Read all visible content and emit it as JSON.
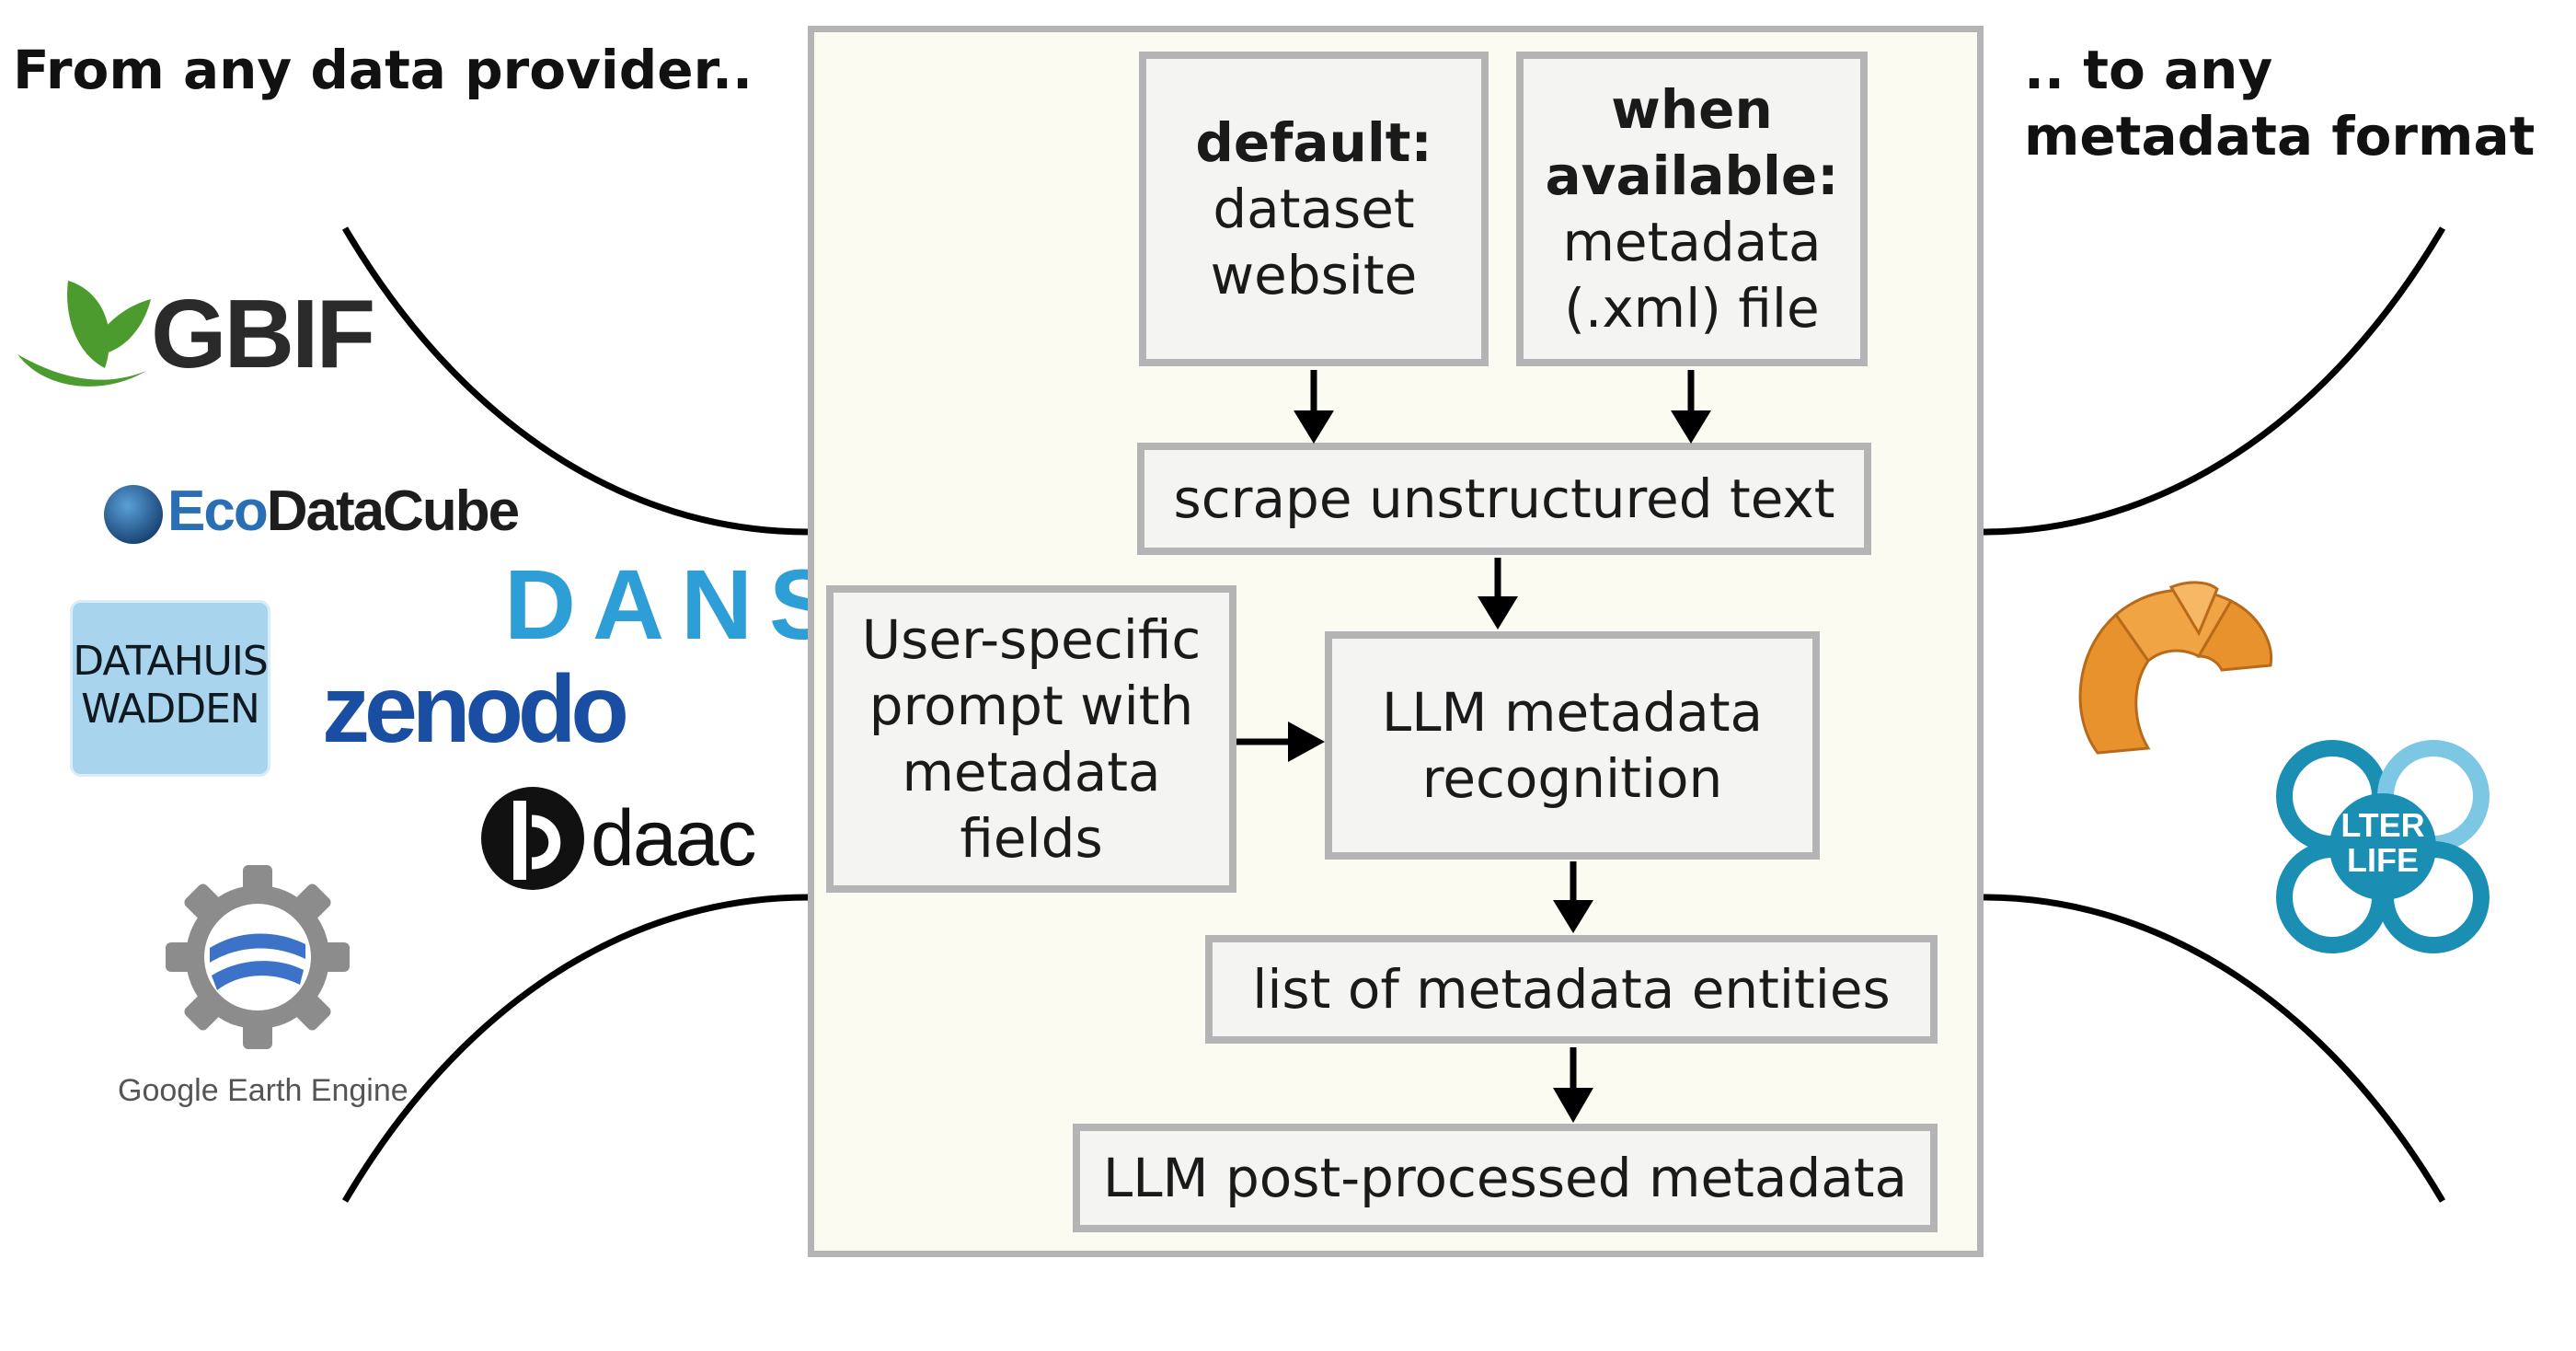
{
  "headings": {
    "left": "From any data provider..",
    "right": ".. to any metadata format"
  },
  "boxes": {
    "default_source": {
      "bold": "default:",
      "text": [
        "dataset",
        "website"
      ]
    },
    "available_source": {
      "bold": [
        "when",
        "available:"
      ],
      "text": [
        "metadata",
        "(.xml) file"
      ]
    },
    "scrape": "scrape unstructured text",
    "prompt": [
      "User-specific",
      "prompt with",
      "metadata",
      "fields"
    ],
    "llm_recognition": [
      "LLM metadata",
      "recognition"
    ],
    "entities": "list of metadata entities",
    "postprocessed": "LLM post-processed metadata"
  },
  "providers": {
    "gbif": "GBIF",
    "ecodatacube": {
      "eco": "Eco",
      "rest": "DataCube"
    },
    "dans": "DANS",
    "datahuis": [
      "DATAHUIS",
      "WADDEN"
    ],
    "zenodo": "zenodo",
    "daac": "daac",
    "gee": "Google Earth Engine"
  },
  "formats": {
    "lter": [
      "LTER",
      "LIFE"
    ]
  },
  "colors": {
    "panel_bg": "#fbfbf1",
    "box_bg": "#f4f4f2",
    "box_border": "#b4b4b4",
    "gbif_green": "#4c9b2f",
    "eco_blue": "#2a6fb5",
    "dans_blue": "#2e9fd6",
    "zenodo_blue": "#1a4ea3",
    "datahuis_bg": "#a9d4ee",
    "lter_teal": "#1b8fb3",
    "croissant": "#e8922e"
  },
  "icons": [
    "gbif-leaf-icon",
    "ecodatacube-globe-icon",
    "ornldaac-icon",
    "google-earth-engine-gear-icon",
    "croissant-icon",
    "lter-life-icon",
    "arrow-icon"
  ]
}
